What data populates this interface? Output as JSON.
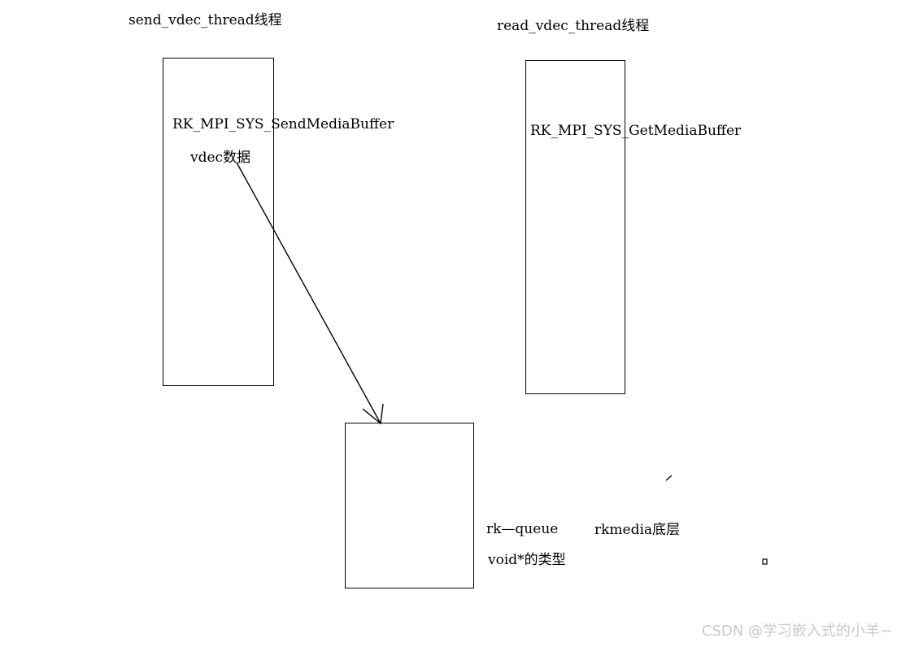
{
  "diagram": {
    "send_thread": {
      "title": "send_vdec_thread线程",
      "call": "RK_MPI_SYS_SendMediaBuffer",
      "data_label": "vdec数据"
    },
    "read_thread": {
      "title": "read_vdec_thread线程",
      "call": "RK_MPI_SYS_GetMediaBuffer"
    },
    "queue": {
      "name": "rk—queue",
      "type_label": "void*的类型",
      "layer_label": "rkmedia底层"
    }
  },
  "watermark": "CSDN @学习嵌入式的小羊~"
}
